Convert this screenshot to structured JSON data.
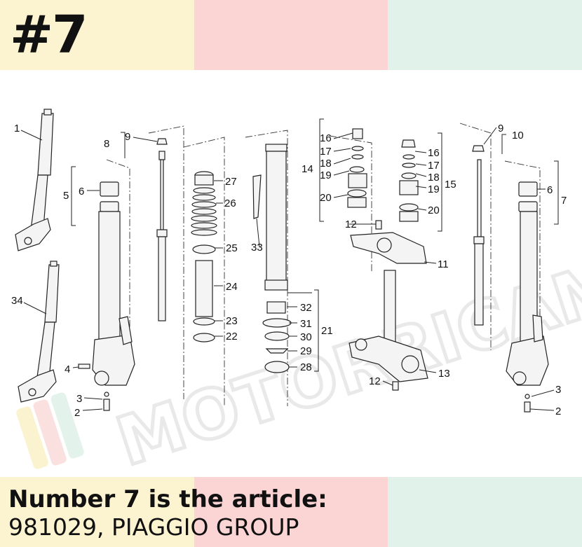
{
  "header": {
    "badge": "#7"
  },
  "footer": {
    "line1": "Number 7 is the article:",
    "line2": "981029, PIAGGIO GROUP"
  },
  "watermark": {
    "text": "MOTORRICAMBI"
  },
  "colors": {
    "band_yellow": "#fcf3d0",
    "band_pink": "#fad5d3",
    "band_green": "#e1f2ea"
  },
  "callouts": [
    "1",
    "34",
    "8",
    "9",
    "5",
    "6",
    "4",
    "3",
    "2",
    "27",
    "26",
    "25",
    "24",
    "23",
    "22",
    "33",
    "16",
    "17",
    "18",
    "14",
    "19",
    "20",
    "12",
    "32",
    "31",
    "30",
    "29",
    "28",
    "21",
    "11",
    "13",
    "12",
    "16",
    "17",
    "18",
    "19",
    "15",
    "20",
    "9",
    "10",
    "6",
    "7",
    "3",
    "2"
  ]
}
